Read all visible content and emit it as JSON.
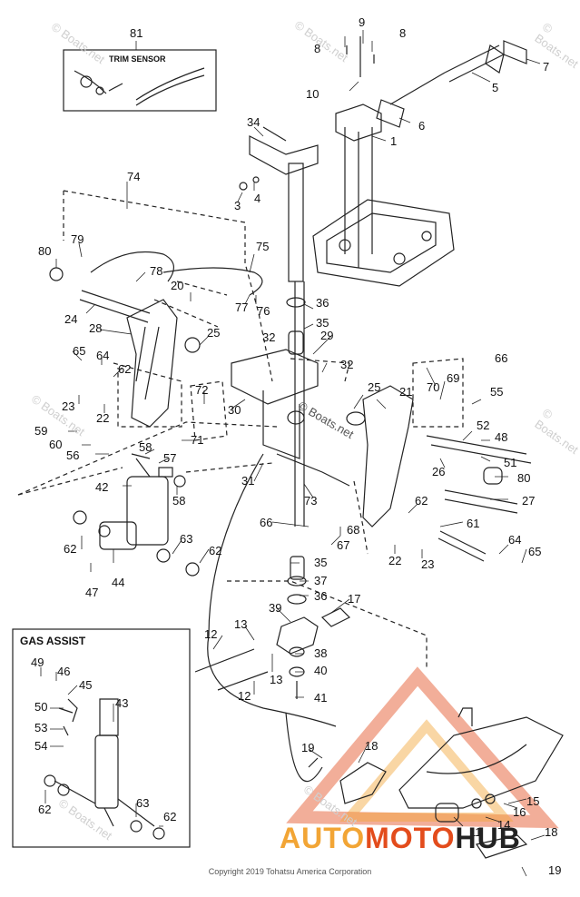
{
  "boxes": {
    "trim_sensor": "TRIM SENSOR",
    "gas_assist": "GAS ASSIST"
  },
  "part_labels": [
    "81",
    "9",
    "8",
    "8",
    "7",
    "5",
    "10",
    "6",
    "1",
    "34",
    "4",
    "3",
    "74",
    "79",
    "75",
    "80",
    "78",
    "20",
    "77",
    "76",
    "24",
    "36",
    "35",
    "28",
    "25",
    "32",
    "29",
    "65",
    "64",
    "62",
    "23",
    "22",
    "66",
    "69",
    "70",
    "55",
    "72",
    "30",
    "32",
    "25",
    "21",
    "59",
    "60",
    "56",
    "71",
    "58",
    "57",
    "52",
    "48",
    "51",
    "80",
    "26",
    "31",
    "42",
    "58",
    "27",
    "73",
    "62",
    "68",
    "67",
    "66",
    "61",
    "62",
    "22",
    "23",
    "64",
    "65",
    "63",
    "62",
    "44",
    "47",
    "35",
    "37",
    "36",
    "17",
    "39",
    "13",
    "12",
    "38",
    "13",
    "40",
    "41",
    "12",
    "49",
    "46",
    "45",
    "43",
    "50",
    "53",
    "54",
    "62",
    "63",
    "62",
    "19",
    "18",
    "15",
    "16",
    "14",
    "11",
    "18",
    "19"
  ],
  "watermarks": [
    "© Boats.net",
    "© Boats.net",
    "© Boats.net",
    "© Boats.net",
    "© Boats.net",
    "© Boats.net",
    "© Boats.net",
    "© Boats.net"
  ],
  "copyright": "Copyright 2019 Tohatsu America Corporation",
  "logo": {
    "part1": "AUTO",
    "part2": "MOTO",
    "part3": "HUB"
  },
  "colors": {
    "line": "#222222",
    "logo_orange": "#f2a535",
    "logo_red": "#e34c1c",
    "logo_dark": "#222222"
  }
}
